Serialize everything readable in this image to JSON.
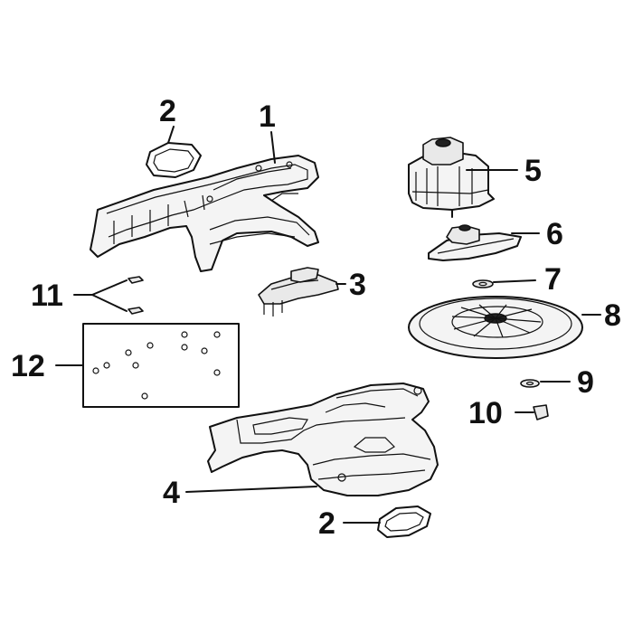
{
  "callouts": {
    "part_1": "1",
    "part_2_top": "2",
    "part_2_bottom": "2",
    "part_3": "3",
    "part_4": "4",
    "part_5": "5",
    "part_6": "6",
    "part_7": "7",
    "part_8": "8",
    "part_9": "9",
    "part_10": "10",
    "part_11": "11",
    "part_12": "12"
  },
  "colors": {
    "line": "#111111",
    "background": "#ffffff"
  }
}
